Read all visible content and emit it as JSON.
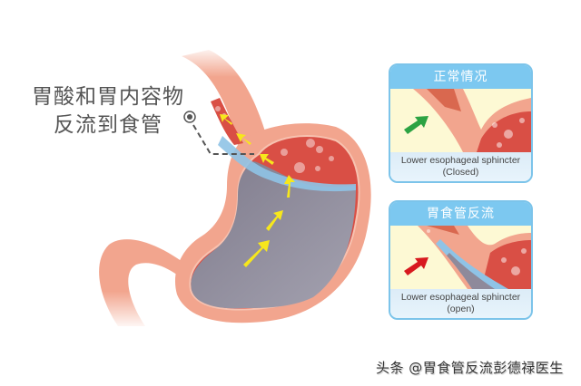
{
  "diagram": {
    "main_label": {
      "line1": "胃酸和胃内容物",
      "line2": "反流到食管"
    },
    "icons": {
      "callout": "location-pin-icon",
      "reflux_arrows": "arrow-up-right-icon",
      "closed_arrow": "arrow-right-icon",
      "open_arrow": "arrow-right-icon"
    },
    "colors": {
      "stomach_wall": "#f2a58e",
      "stomach_inner": "#d94f45",
      "acid_fill": "#8e8a9b",
      "acid_surface": "#8fc3e6",
      "arrow_yellow": "#f7e71c",
      "arrow_green": "#2ca343",
      "arrow_red": "#d8191f",
      "panel_header": "#7cc8f0",
      "panel_bg": "#fdf9d4"
    }
  },
  "panels": [
    {
      "title": "正常情况",
      "caption_line1": "Lower esophageal sphincter",
      "caption_line2": "(Closed)"
    },
    {
      "title": "胃食管反流",
      "caption_line1": "Lower esophageal sphincter",
      "caption_line2": "(open)"
    }
  ],
  "watermark": "头条 @胃食管反流彭德禄医生"
}
